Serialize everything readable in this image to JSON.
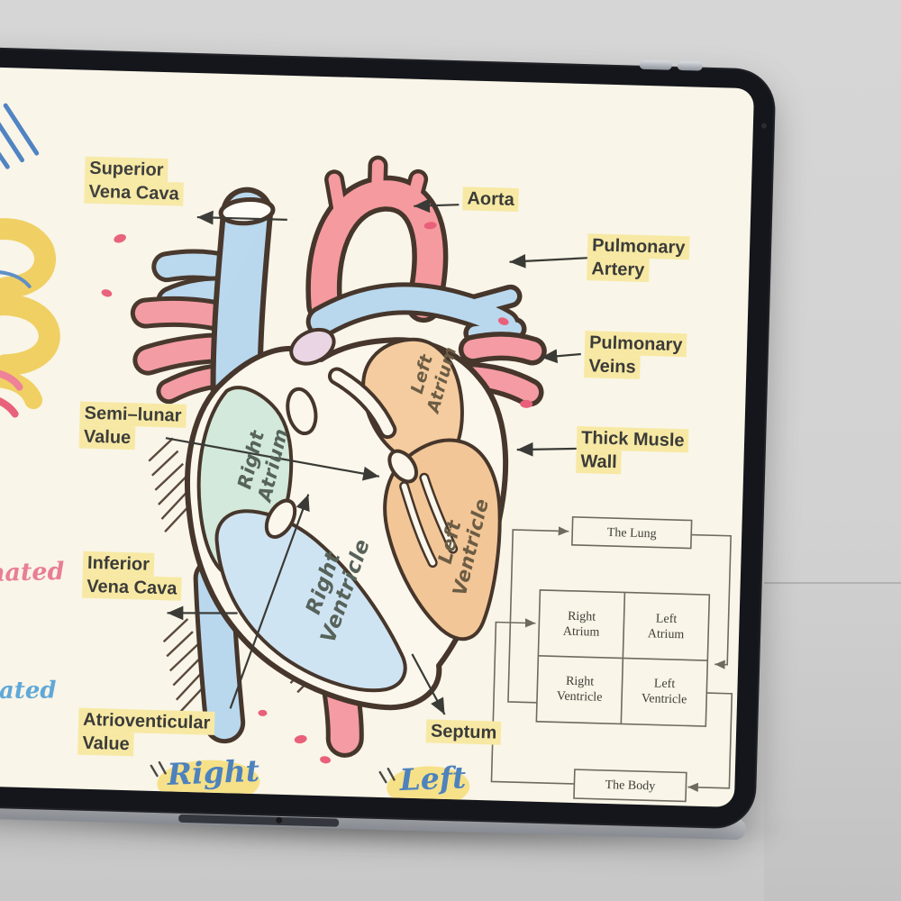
{
  "page": {
    "labels": {
      "superior_vena_cava": {
        "line1": "Superior",
        "line2": "Vena Cava"
      },
      "aorta": {
        "line1": "Aorta"
      },
      "pulmonary_artery": {
        "line1": "Pulmonary",
        "line2": "Artery"
      },
      "pulmonary_veins": {
        "line1": "Pulmonary",
        "line2": "Veins"
      },
      "thick_musle_wall": {
        "line1": "Thick Musle",
        "line2": "Wall"
      },
      "semi_lunar_value": {
        "line1": "Semi–lunar",
        "line2": "Value"
      },
      "inferior_vena_cava": {
        "line1": "Inferior",
        "line2": "Vena Cava"
      },
      "atrioventicular_value": {
        "line1": "Atrioventicular",
        "line2": "Value"
      },
      "septum": {
        "line1": "Septum"
      }
    },
    "chambers": {
      "right_atrium": {
        "line1": "Right",
        "line2": "Atrium"
      },
      "right_ventricle": {
        "line1": "Right",
        "line2": "Ventricle"
      },
      "left_atrium": {
        "line1": "Left",
        "line2": "Atrium"
      },
      "left_ventricle": {
        "line1": "Left",
        "line2": "Ventricle"
      }
    },
    "flow_diagram": {
      "lung": "The Lung",
      "body": "The Body",
      "right_atrium": {
        "line1": "Right",
        "line2": "Atrium"
      },
      "left_atrium": {
        "line1": "Left",
        "line2": "Atrium"
      },
      "right_ventricle": {
        "line1": "Right",
        "line2": "Ventricle"
      },
      "left_ventricle": {
        "line1": "Left",
        "line2": "Ventricle"
      }
    },
    "footer": {
      "right_word": "Right",
      "left_word": "Left"
    },
    "margin_fragments": {
      "pink_word": "nated",
      "blue_word": "nated"
    },
    "colors": {
      "highlight_yellow": "#f7e9a4",
      "vessel_pink": "#f59a9e",
      "vessel_blue": "#b9d8ee",
      "chamber_teal": "#d2e9db",
      "chamber_blue": "#cfe4f3",
      "chamber_peach": "#f4c99d",
      "outline_brown": "#46362b",
      "script_blue": "#4d82bd",
      "script_pink": "#e87d92",
      "paper": "#f9f5e8"
    }
  }
}
